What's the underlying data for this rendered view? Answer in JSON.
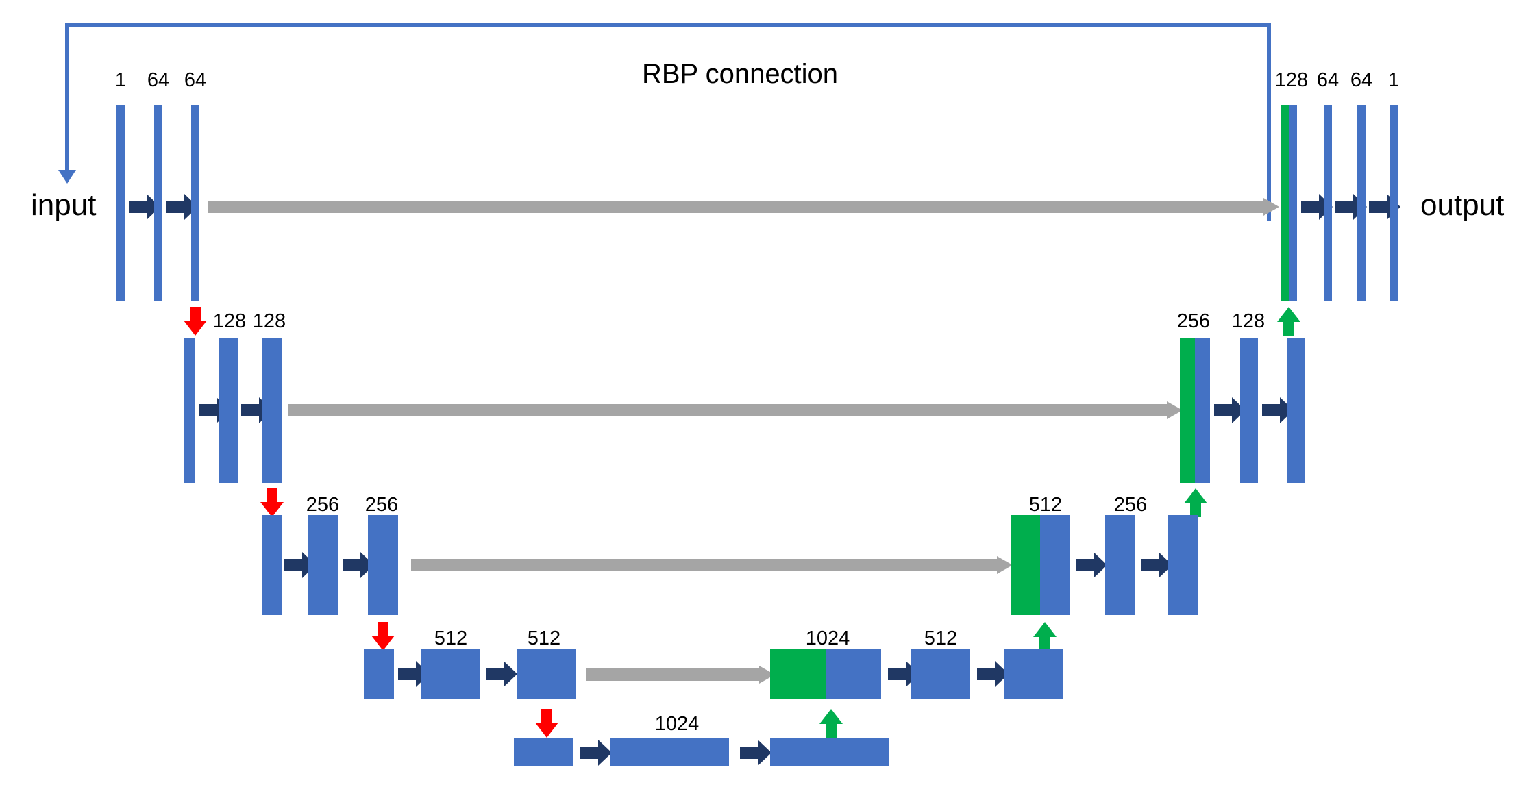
{
  "diagram": {
    "title": "RBP connection",
    "input_label": "input",
    "output_label": "output",
    "colors": {
      "feature_blue": "#4472C4",
      "concat_green": "#00AE4D",
      "conv_arrow_navy": "#203864",
      "skip_arrow_grey": "#A5A5A5",
      "downsample_red": "#FF0000",
      "upsample_green": "#00AE4D",
      "background": "#ffffff",
      "text": "#000000"
    },
    "levels": [
      {
        "name": "level-1",
        "encoder_channels": [
          "1",
          "64",
          "64"
        ],
        "decoder_channels": [
          "128",
          "64",
          "64",
          "1"
        ]
      },
      {
        "name": "level-2",
        "encoder_channels": [
          "128",
          "128"
        ],
        "decoder_channels": [
          "256",
          "128"
        ]
      },
      {
        "name": "level-3",
        "encoder_channels": [
          "256",
          "256"
        ],
        "decoder_channels": [
          "512",
          "256"
        ]
      },
      {
        "name": "level-4",
        "encoder_channels": [
          "512",
          "512"
        ],
        "decoder_channels": [
          "1024",
          "512"
        ]
      },
      {
        "name": "bottleneck",
        "encoder_channels": [
          "1024"
        ],
        "decoder_channels": []
      }
    ],
    "channel_labels": {
      "l1_e1": "1",
      "l1_e2": "64",
      "l1_e3": "64",
      "l1_d1": "128",
      "l1_d2": "64",
      "l1_d3": "64",
      "l1_d4": "1",
      "l2_e1": "128",
      "l2_e2": "128",
      "l2_d1": "256",
      "l2_d2": "128",
      "l3_e1": "256",
      "l3_e2": "256",
      "l3_d1": "512",
      "l3_d2": "256",
      "l4_e1": "512",
      "l4_e2": "512",
      "l4_d1": "1024",
      "l4_d2": "512",
      "bn_1": "1024"
    }
  }
}
